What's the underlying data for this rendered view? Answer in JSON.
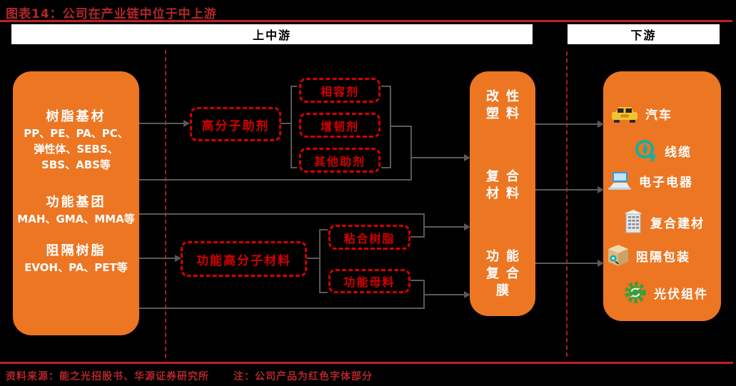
{
  "title": "图表14：公司在产业链中位于中上游",
  "headers": {
    "mid_upstream": "上中游",
    "downstream": "下游"
  },
  "left_box": {
    "groups": [
      {
        "heading": "树脂基材",
        "lines": [
          "PP、PE、PA、PC、",
          "弹性体、SEBS、",
          "SBS、ABS等"
        ]
      },
      {
        "heading": "功能基团",
        "lines": [
          "MAH、GMA、MMA等"
        ]
      },
      {
        "heading": "阻隔树脂",
        "lines": [
          "EVOH、PA、PET等"
        ]
      }
    ]
  },
  "process": {
    "polymer_additive": "高分子助剂",
    "compatibilizer": "相容剂",
    "toughener": "增韧剂",
    "other_additives": "其他助剂",
    "functional_polymer": "功能高分子材料",
    "adhesive_resin": "粘合树脂",
    "functional_masterbatch": "功能母料"
  },
  "middle_box": {
    "products": [
      {
        "lines": [
          "改性",
          "塑料"
        ]
      },
      {
        "lines": [
          "复合",
          "材料"
        ]
      },
      {
        "lines": [
          "功能",
          "复合",
          "膜"
        ]
      }
    ]
  },
  "right_box": {
    "applications": [
      {
        "icon": "car-icon",
        "label": "汽车"
      },
      {
        "icon": "cable-icon",
        "label": "线缆"
      },
      {
        "icon": "electronics-icon",
        "label": "电子电器"
      },
      {
        "icon": "building-icon",
        "label": "复合建材"
      },
      {
        "icon": "packaging-icon",
        "label": "阻隔包装"
      },
      {
        "icon": "solar-icon",
        "label": "光伏组件"
      }
    ]
  },
  "footer": {
    "source": "资料来源：能之光招股书、华源证券研究所",
    "note": "注：公司产品为红色字体部分"
  },
  "colors": {
    "orange": "#ED7623",
    "dashed_red": "#D60000",
    "dark_red": "#B3262A",
    "rule_red": "#C22026",
    "line_gray": "#595959"
  }
}
